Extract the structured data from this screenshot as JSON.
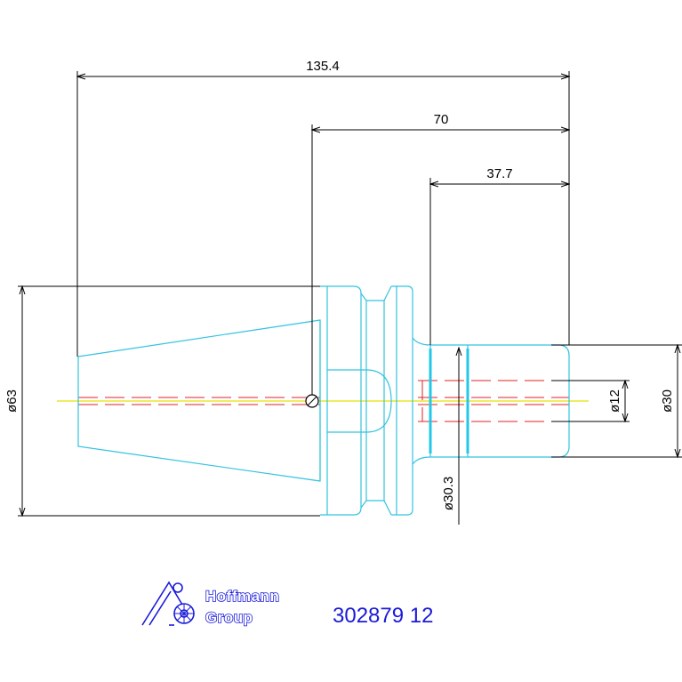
{
  "drawing": {
    "dimensions": {
      "overall_length": "135.4",
      "gauge_to_end": "70",
      "shank_length": "37.7",
      "flange_diameter": "ø63",
      "bore_diameter": "ø12",
      "shank_diameter": "ø30",
      "collar_diameter": "ø30.3"
    },
    "colors": {
      "outline": "#33c3e0",
      "dimension": "#000000",
      "centerline": "#e8e000",
      "hidden_line": "#e02020",
      "brand": "#1a1adb"
    }
  },
  "logo": {
    "line1": "Hoffmann",
    "line2": "Group"
  },
  "part_number": "302879 12"
}
